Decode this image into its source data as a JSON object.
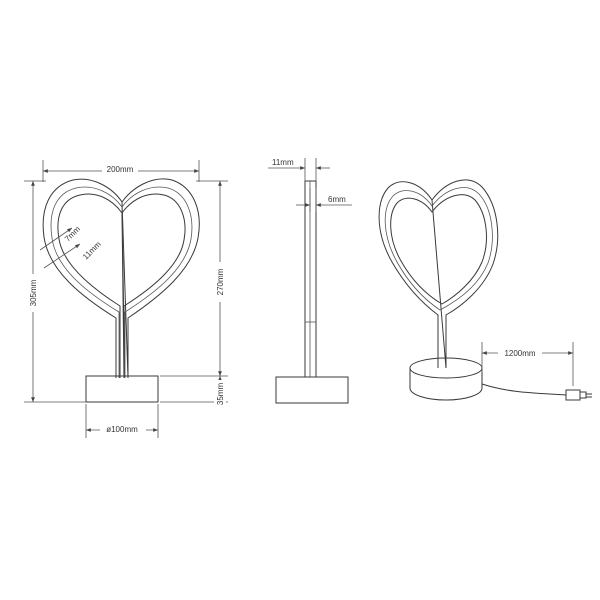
{
  "dimensions": {
    "width": "200mm",
    "total_height": "305mm",
    "frame_height": "270mm",
    "base_height": "35mm",
    "base_diameter": "ø100mm",
    "tube_outer": "7mm",
    "tube_inner": "11mm",
    "side_depth": "11mm",
    "side_tube": "6mm",
    "cable_length": "1200mm"
  }
}
